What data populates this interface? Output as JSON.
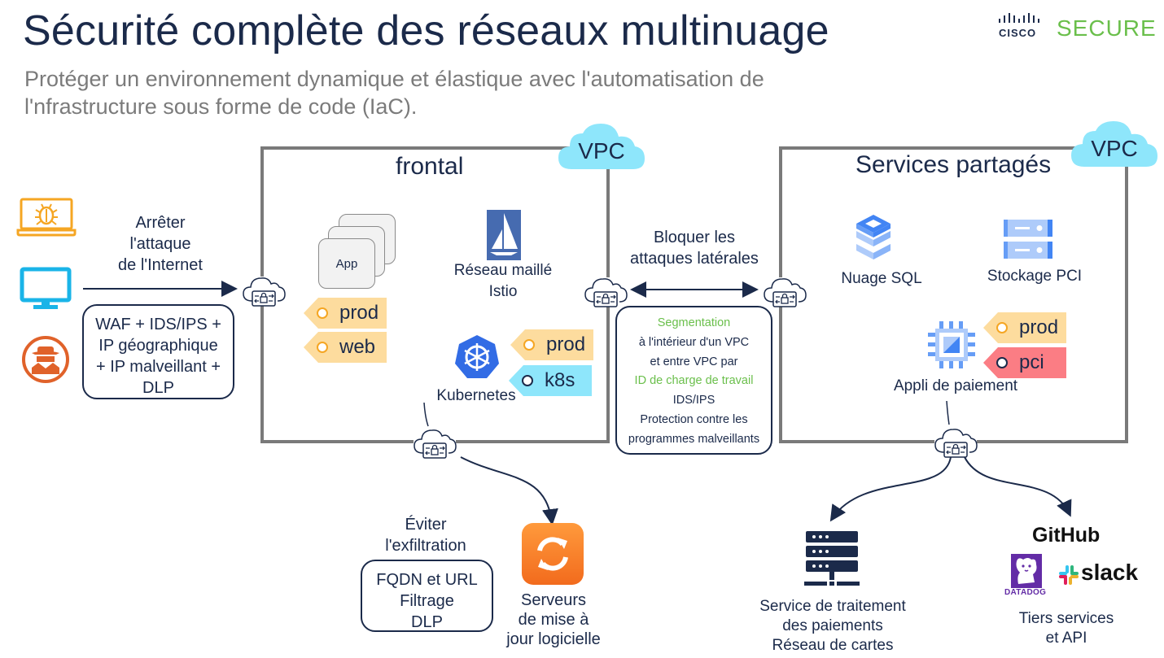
{
  "header": {
    "title": "Sécurité complète des réseaux multinuage",
    "subtitle_line1": "Protéger un environnement dynamique et élastique avec l'automatisation de",
    "subtitle_line2": "l'nfrastructure sous forme de code (IaC).",
    "logo_cisco": "CISCO",
    "logo_secure": "SECURE"
  },
  "colors": {
    "navy": "#1b2a4a",
    "green": "#6abf4b",
    "vpc_cloud": "#8ee6fb",
    "tag_yellow": "#fddc9e",
    "tag_cyan": "#8ee6fb",
    "tag_red": "#fb7d84",
    "orange": "#f47b20"
  },
  "internet": {
    "icons": [
      "bug-laptop-icon",
      "monitor-icon",
      "hacker-icon"
    ],
    "label_line1": "Arrêter",
    "label_line2": "l'attaque",
    "label_line3": "de l'Internet",
    "box_lines": [
      "WAF + IDS/IPS +",
      "IP géographique",
      "+ IP malveillant  +",
      "DLP"
    ]
  },
  "frontal": {
    "title": "frontal",
    "vpc_label": "VPC",
    "app_label": "App",
    "app_tags": [
      "prod",
      "web"
    ],
    "istio_line1": "Réseau maillé",
    "istio_line2": "Istio",
    "kubernetes_label": "Kubernetes",
    "k8s_tags": [
      "prod",
      "k8s"
    ]
  },
  "lateral": {
    "label_line1": "Bloquer les",
    "label_line2": "attaques latérales",
    "box_lines": [
      {
        "text": "Segmentation",
        "accent": true
      },
      {
        "text": "à l'intérieur d'un VPC",
        "accent": false
      },
      {
        "text": "et entre VPC par",
        "accent": false
      },
      {
        "text": "ID de charge de travail",
        "accent": true
      },
      {
        "text": "IDS/IPS",
        "accent": false
      },
      {
        "text": "Protection contre les",
        "accent": false
      },
      {
        "text": "programmes malveillants",
        "accent": false
      }
    ]
  },
  "shared": {
    "title": "Services partagés",
    "vpc_label": "VPC",
    "sql_label": "Nuage SQL",
    "storage_label": "Stockage PCI",
    "payment_app_label": "Appli de paiement",
    "payment_tags": [
      "prod",
      "pci"
    ]
  },
  "egress": {
    "label_line1": "Éviter",
    "label_line2": "l'exfiltration",
    "box_lines": [
      "FQDN et URL",
      "Filtrage",
      "DLP"
    ],
    "update_line1": "Serveurs",
    "update_line2": "de mise à",
    "update_line3": "jour logicielle"
  },
  "payments": {
    "line1": "Service de traitement",
    "line2": "des paiements",
    "line3": "Réseau de cartes"
  },
  "third_party": {
    "github": "GitHub",
    "datadog": "DATADOG",
    "slack": "slack",
    "line1": "Tiers services",
    "line2": "et API"
  }
}
